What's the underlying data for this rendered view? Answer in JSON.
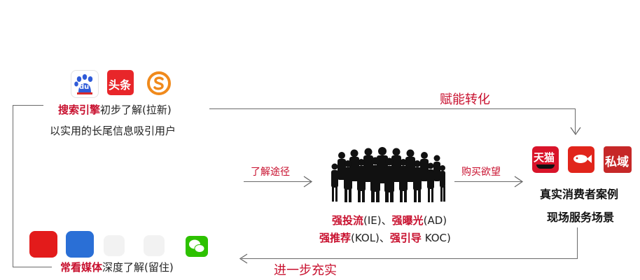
{
  "colors": {
    "accent_red": "#c8102e",
    "line": "#6a6a6a"
  },
  "left_top": {
    "icons": [
      "baidu-icon",
      "toutiao-icon",
      "sogou-icon"
    ],
    "toutiao_text": "头条",
    "baidu_text": "du",
    "line1_red": "搜索引擎",
    "line1_rest": "初步了解(拉新)",
    "line2": "以实用的长尾信息吸引用户"
  },
  "left_bottom": {
    "icons": [
      "red-app-icon",
      "blue-app-icon",
      "faded-app-icon",
      "faded-app-icon-2",
      "wechat-icon"
    ],
    "line_red": "常看媒体",
    "line_rest": "深度了解(留住)"
  },
  "arrows": {
    "top_label": "赋能转化",
    "mid_left_label": "了解途径",
    "mid_right_label": "购买欲望",
    "bottom_label": "进一步充实"
  },
  "center": {
    "row1": [
      {
        "text": "强投流",
        "red": true
      },
      {
        "text": "(IE)、",
        "red": false
      },
      {
        "text": "强曝光",
        "red": true
      },
      {
        "text": "(AD)",
        "red": false
      }
    ],
    "row2": [
      {
        "text": "强推荐",
        "red": true
      },
      {
        "text": "(KOL)、",
        "red": false
      },
      {
        "text": "强引导",
        "red": true
      },
      {
        "text": " KOC)",
        "red": false
      }
    ]
  },
  "right": {
    "icons": [
      "tmall-icon",
      "fish-app-icon",
      "private-domain-icon"
    ],
    "tmall_text": "天猫",
    "private_text": "私域",
    "line1": "真实消费者案例",
    "line2": "现场服务场景"
  }
}
